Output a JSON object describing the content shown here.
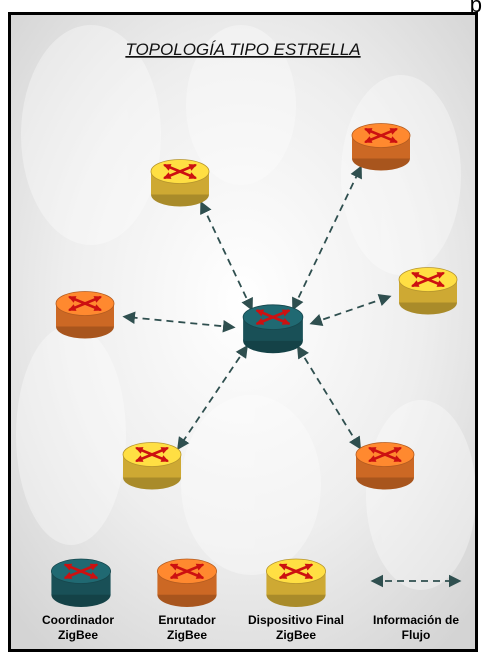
{
  "page": {
    "corner_fragment": "p"
  },
  "diagram": {
    "title": "TOPOLOGÍA TIPO ESTRELLA",
    "colors": {
      "coordinator": "#1d5e66",
      "router": "#f07a2a",
      "end_device": "#f2c73c",
      "arrow": "#cc1111",
      "flow_line": "#2f4f4f"
    },
    "nodes": [
      {
        "id": "center",
        "role": "coordinator",
        "icon": "router-cross-arrows-icon"
      },
      {
        "id": "top-left",
        "role": "end_device",
        "icon": "router-cross-arrows-icon"
      },
      {
        "id": "top-right",
        "role": "router",
        "icon": "router-cross-arrows-icon"
      },
      {
        "id": "left",
        "role": "router",
        "icon": "router-cross-arrows-icon"
      },
      {
        "id": "right",
        "role": "end_device",
        "icon": "router-cross-arrows-icon"
      },
      {
        "id": "bottom-left",
        "role": "end_device",
        "icon": "router-cross-arrows-icon"
      },
      {
        "id": "bottom-right",
        "role": "router",
        "icon": "router-cross-arrows-icon"
      }
    ],
    "links": [
      {
        "from": "center",
        "to": "top-left",
        "style": "dashed-bidirectional"
      },
      {
        "from": "center",
        "to": "top-right",
        "style": "dashed-bidirectional"
      },
      {
        "from": "center",
        "to": "left",
        "style": "dashed-bidirectional"
      },
      {
        "from": "center",
        "to": "right",
        "style": "dashed-bidirectional"
      },
      {
        "from": "center",
        "to": "bottom-left",
        "style": "dashed-bidirectional"
      },
      {
        "from": "center",
        "to": "bottom-right",
        "style": "dashed-bidirectional"
      }
    ]
  },
  "legend": {
    "coordinator": {
      "line1": "Coordinador",
      "line2": "ZigBee"
    },
    "router": {
      "line1": "Enrutador",
      "line2": "ZigBee"
    },
    "end_device": {
      "line1": "Dispositivo Final",
      "line2": "ZigBee"
    },
    "flow": {
      "line1": "Información de",
      "line2": "Flujo"
    }
  }
}
